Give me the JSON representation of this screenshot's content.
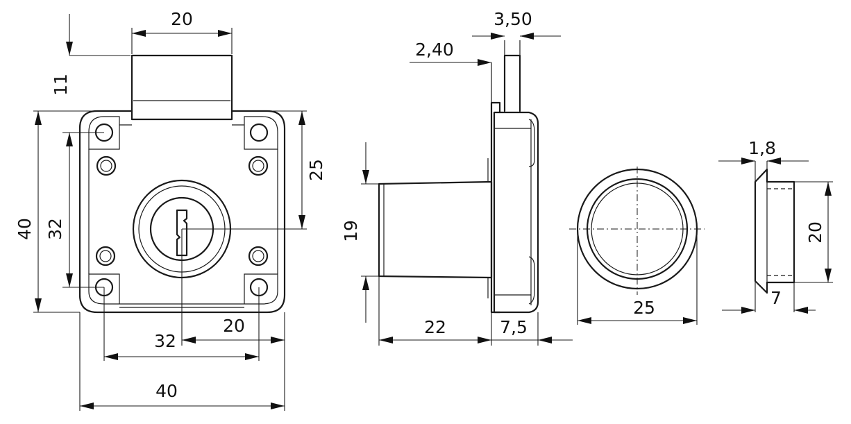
{
  "drawing": {
    "front_view": {
      "dim_width_top": "20",
      "dim_height_tab": "11",
      "dim_height_overall": "40",
      "dim_hole_spacing_v": "32",
      "dim_key_to_top": "25",
      "dim_key_offset": "20",
      "dim_hole_spacing_h": "32",
      "dim_width_overall": "40"
    },
    "side_view": {
      "dim_bolt_thickness": "3,50",
      "dim_plate_offset": "2,40",
      "dim_cylinder_diameter": "19",
      "dim_cylinder_length": "22",
      "dim_plate_depth": "7,5"
    },
    "rosette_front": {
      "dim_diameter": "25"
    },
    "rosette_side": {
      "dim_flange": "1,8",
      "dim_inner_diameter": "20",
      "dim_depth": "7"
    }
  }
}
